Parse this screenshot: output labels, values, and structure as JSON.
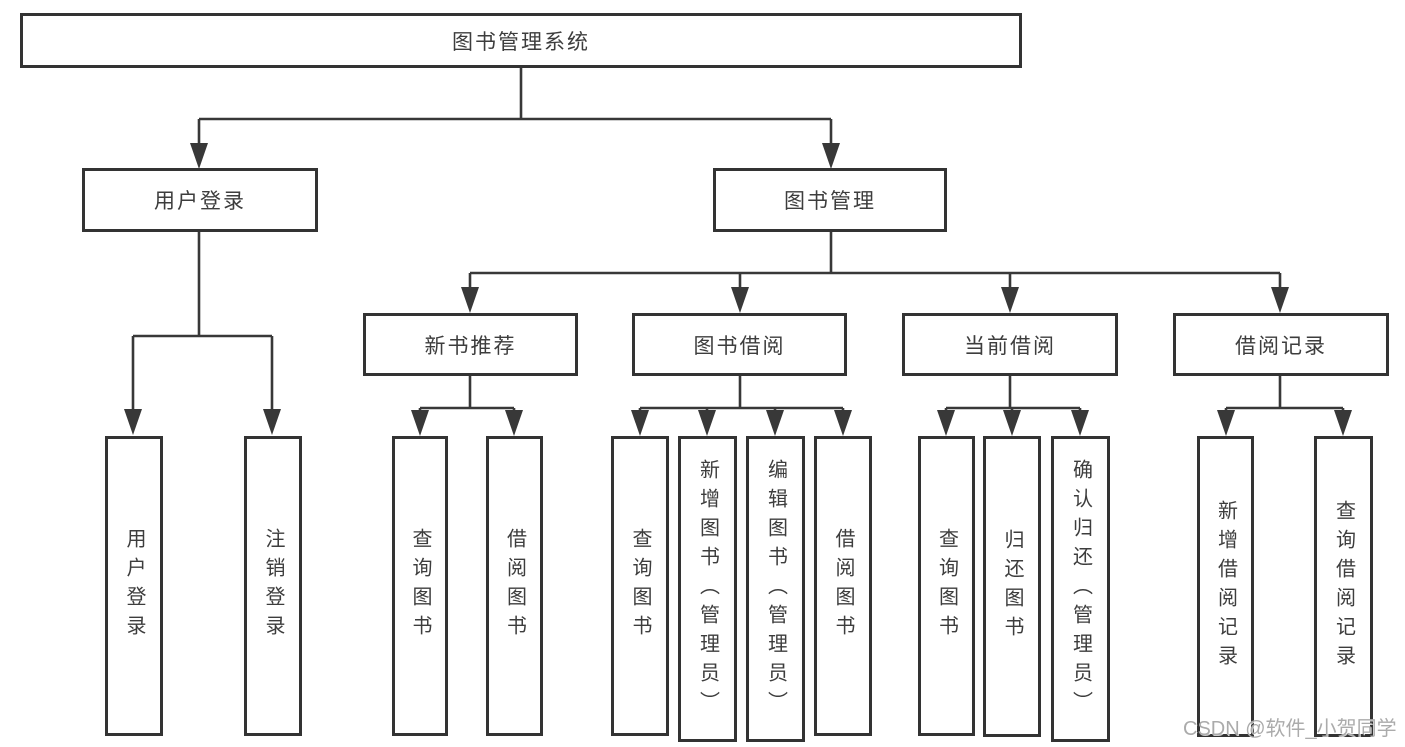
{
  "colors": {
    "line": "#383838",
    "box_border": "#333333",
    "text": "#3d3d3d",
    "watermark": "#ababab",
    "background": "#ffffff"
  },
  "watermark": {
    "text": "CSDN @软件_小贺同学"
  },
  "tree": {
    "label": "图书管理系统",
    "children": [
      {
        "label": "用户登录",
        "children": [
          {
            "label": "用户登录"
          },
          {
            "label": "注销登录"
          }
        ]
      },
      {
        "label": "图书管理",
        "children": [
          {
            "label": "新书推荐",
            "children": [
              {
                "label": "查询图书"
              },
              {
                "label": "借阅图书"
              }
            ]
          },
          {
            "label": "图书借阅",
            "children": [
              {
                "label": "查询图书"
              },
              {
                "label": "新增图书（管理员）"
              },
              {
                "label": "编辑图书（管理员）"
              },
              {
                "label": "借阅图书"
              }
            ]
          },
          {
            "label": "当前借阅",
            "children": [
              {
                "label": "查询图书"
              },
              {
                "label": "归还图书"
              },
              {
                "label": "确认归还（管理员）"
              }
            ]
          },
          {
            "label": "借阅记录",
            "children": [
              {
                "label": "新增借阅记录"
              },
              {
                "label": "查询借阅记录"
              }
            ]
          }
        ]
      }
    ]
  }
}
